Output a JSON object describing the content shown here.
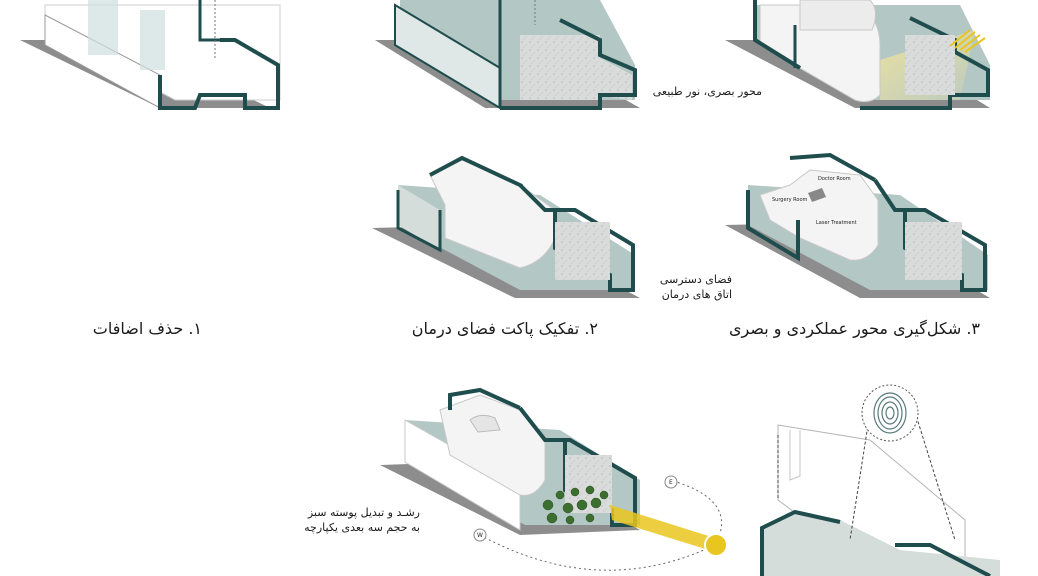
{
  "steps": [
    {
      "number": "۱.",
      "title": "حذف اضافات"
    },
    {
      "number": "۲.",
      "title": "تفکیک پاکت فضای درمان"
    },
    {
      "number": "۳.",
      "title": "شکل‌گیری محور عملکردی و بصری"
    }
  ],
  "annotations": {
    "visual_axis": "محور بصری، نور طبیعی",
    "treatment_access_line1": "فضای دسترسی",
    "treatment_access_line2": "اتاق های درمان",
    "green_skin_line1": "رشـد و تبدیل پوسته سبز",
    "green_skin_line2": "به حجم سه بعدی یکپارچه"
  },
  "room_labels": {
    "doctor_room": "Doctor Room",
    "surgery_room": "Surgery Room",
    "laser_treatment": "Laser Treatment"
  },
  "compass": {
    "east": "E",
    "west": "W"
  },
  "colors": {
    "wall": "#1f4d4e",
    "wall_side": "#dfe8e6",
    "floor": "#b3c7c4",
    "shadow": "#8d8d8d",
    "sun": "#e9c51f",
    "light_beam": "#efe39e",
    "planting": "#3c6e2f"
  }
}
